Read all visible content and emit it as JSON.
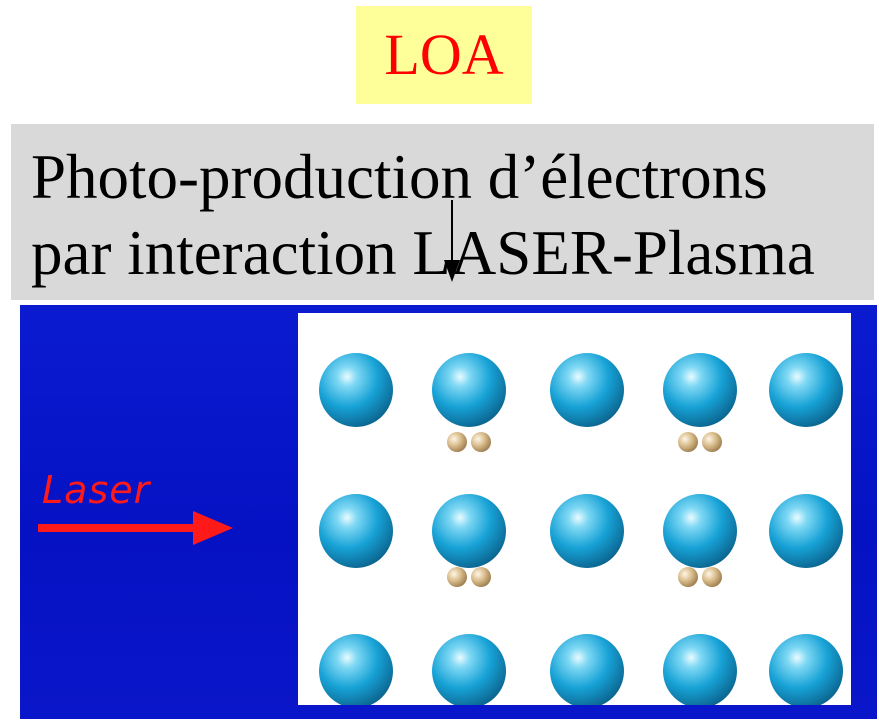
{
  "title": "LOA",
  "subtitle": {
    "line1": "Photo-production d’électrons",
    "line2": "par interaction LASER-Plasma"
  },
  "diagram": {
    "laser_label": "Laser",
    "colors": {
      "title_text": "#ff0000",
      "title_background": "#ffff99",
      "subtitle_background": "#d9d9d9",
      "panel_background": "#0512c4",
      "laser": "#ff1a1a",
      "ion": "#1aa3d9",
      "electron": "#c9a877"
    }
  }
}
